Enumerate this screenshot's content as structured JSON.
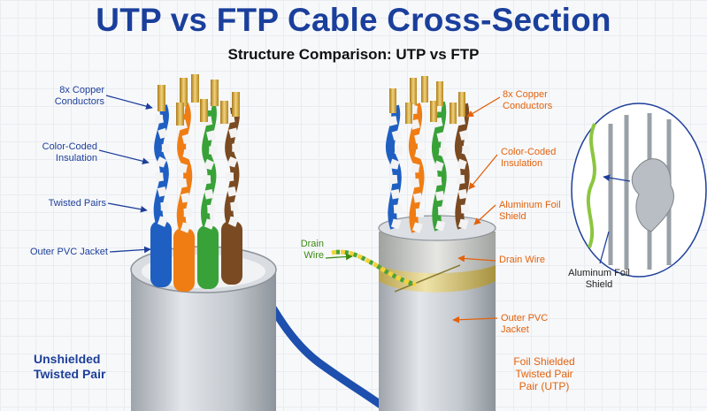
{
  "title": "UTP vs FTP Cable Cross-Section",
  "subtitle": "Structure Comparison: UTP vs FTP",
  "utp": {
    "labels": {
      "copper": "8x Copper Conductors",
      "insulation": "Color-Coded Insulation",
      "twisted": "Twisted Pairs",
      "jacket": "Outer PVC Jacket"
    },
    "caption": [
      "Unshielded",
      "Twisted Pair"
    ]
  },
  "ftp": {
    "labels": {
      "copper": "8x Copper Conductors",
      "insulation": "Color-Coded Insulation",
      "foil": "Aluminum Foil Shield",
      "drain_left": "Drain Wire",
      "drain_right": "Drain Wire",
      "jacket": "Outer PVC Jacket"
    },
    "caption": [
      "Foil Shielded",
      "Twisted Pair",
      "Pair (UTP)"
    ]
  },
  "detail": {
    "label": "Aluminum Foil Shield"
  },
  "colors": {
    "title": "#1a3f9c",
    "utp_label": "#1d3f9a",
    "ftp_label": "#e2620c",
    "drain_label": "#3b8a12",
    "jacket": "#c4c9cf",
    "copper": "#d9a531",
    "foil": "#d8c26a"
  },
  "wire_colors": [
    "blue",
    "orange",
    "green",
    "brown"
  ]
}
